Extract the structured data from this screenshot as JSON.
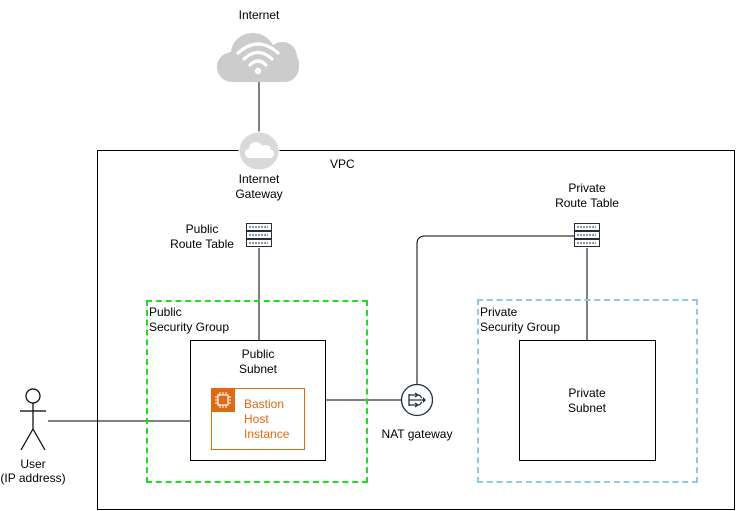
{
  "labels": {
    "internet": "Internet",
    "vpc": "VPC",
    "internet_gateway": [
      "Internet",
      "Gateway"
    ],
    "public_route_table": [
      "Public",
      "Route Table"
    ],
    "private_route_table": [
      "Private",
      "Route Table"
    ],
    "public_security_group": [
      "Public",
      "Security Group"
    ],
    "private_security_group": [
      "Private",
      "Security Group"
    ],
    "public_subnet": [
      "Public",
      "Subnet"
    ],
    "private_subnet": [
      "Private",
      "Subnet"
    ],
    "bastion": [
      "Bastion",
      "Host",
      "Instance"
    ],
    "nat_gateway": "NAT gateway",
    "user": [
      "User",
      "(IP address)"
    ]
  },
  "colors": {
    "public_sg_border": "#22dd22",
    "private_sg_border": "#8ecae6",
    "bastion_orange": "#e06a12",
    "cloud_gray": "#cccccc",
    "icon_navy": "#232f3e"
  },
  "icons": [
    "internet-cloud-icon",
    "internet-gateway-icon",
    "route-table-icon",
    "ec2-chip-icon",
    "nat-gateway-icon",
    "user-icon"
  ]
}
